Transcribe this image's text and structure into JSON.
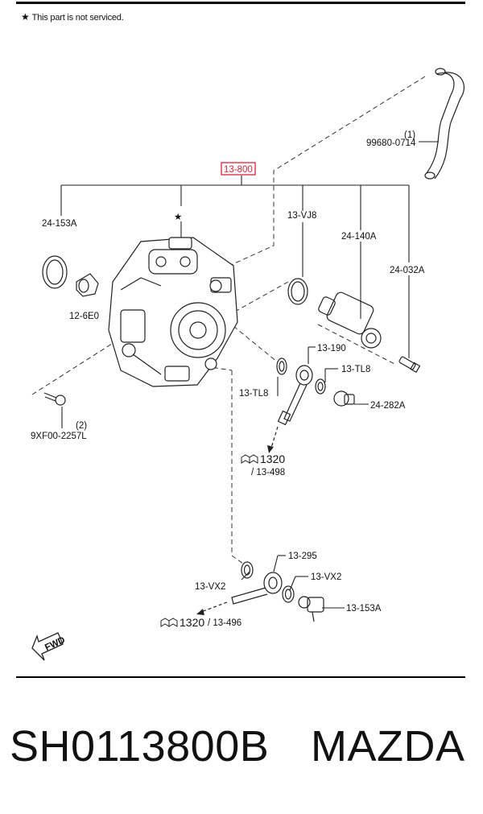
{
  "header": {
    "note_symbol": "★",
    "note_text": "This part is not serviced."
  },
  "diagram": {
    "assembly_callout": "13-800",
    "highlight_color": "#e0243a",
    "callouts": {
      "hose_qty": "(1)",
      "hose_part": "99680-0714",
      "oring_left": "24-153A",
      "cap": "12-6E0",
      "bolt_left_qty": "(2)",
      "bolt_left": "9XF00-2257L",
      "oring_right": "13-VJ8",
      "valve": "24-140A",
      "screw": "24-032A",
      "banjo_upper": "13-190",
      "gasket_upper_left": "13-TL8",
      "gasket_upper_right": "13-TL8",
      "bolt_upper": "24-282A",
      "ref_upper_num": "1320",
      "ref_upper_sub": "/ 13-498",
      "banjo_lower": "13-295",
      "gasket_lower_left": "13-VX2",
      "gasket_lower_right": "13-VX2",
      "bolt_lower": "13-153A",
      "ref_lower_num": "1320",
      "ref_lower_sub": "/ 13-496",
      "fwd": "FWD",
      "star_marker": "★"
    }
  },
  "footer": {
    "part_number": "SH0113800B",
    "brand": "MAZDA"
  }
}
